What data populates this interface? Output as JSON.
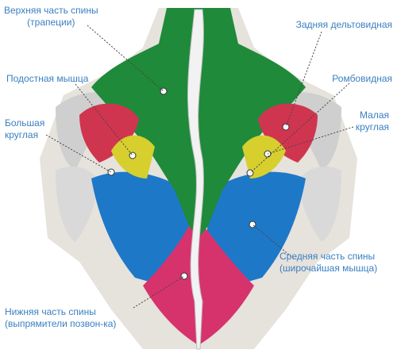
{
  "colors": {
    "label": "#3a7fc1",
    "trapezius": "#1f8a3a",
    "latissimus": "#1e78c8",
    "erector": "#d6336c",
    "teres": "#d0354f",
    "infraspinatus": "#d6cf2e",
    "skin": "#e6e2dc"
  },
  "labels": {
    "upper_back": {
      "line1": "Верхняя часть спины",
      "line2": "(трапеции)"
    },
    "rear_delt": {
      "line1": "Задняя дельтовидная"
    },
    "infraspinatus": {
      "line1": "Подостная мышца"
    },
    "rhomboid": {
      "line1": "Ромбовидная"
    },
    "teres_major": {
      "line1": "Большая",
      "line2": "круглая"
    },
    "teres_minor": {
      "line1": "Малая",
      "line2": "круглая"
    },
    "middle_back": {
      "line1": "Средняя часть спины",
      "line2": "(широчайшая мышца)"
    },
    "lower_back": {
      "line1": "Нижняя часть спины",
      "line2": "(выпрямители позвон-ка)"
    }
  }
}
